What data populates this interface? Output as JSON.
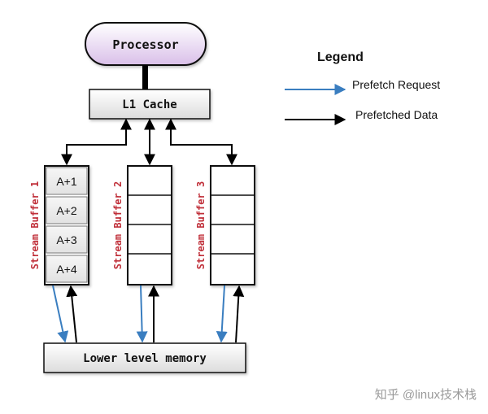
{
  "nodes": {
    "processor": "Processor",
    "l1_cache": "L1 Cache",
    "lower_memory": "Lower level memory"
  },
  "stream_buffers": [
    {
      "label": "Stream Buffer 1",
      "slots": [
        "A+1",
        "A+2",
        "A+3",
        "A+4"
      ]
    },
    {
      "label": "Stream Buffer 2",
      "slots": [
        "",
        "",
        "",
        ""
      ]
    },
    {
      "label": "Stream Buffer 3",
      "slots": [
        "",
        "",
        "",
        ""
      ]
    }
  ],
  "legend": {
    "title": "Legend",
    "prefetch_request": "Prefetch Request",
    "prefetched_data": "Prefetched Data"
  },
  "watermark": "知乎 @linux技术栈",
  "colors": {
    "request_arrow": "#3a7ec0",
    "data_arrow": "#000000",
    "label_red": "#c0303a",
    "processor_fill": "#e6d2f1"
  }
}
